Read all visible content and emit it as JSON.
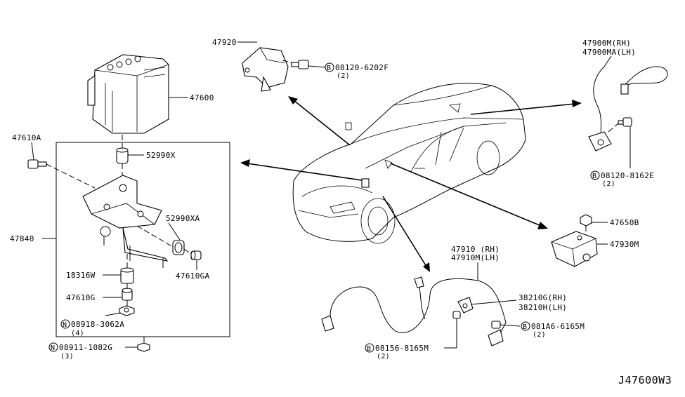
{
  "diagram_id": "J47600W3",
  "labels": {
    "abs_actuator": "47600",
    "bolt_47610a": "47610A",
    "grommet_52990x": "52990X",
    "grommet_52990xa": "52990XA",
    "bracket_47840": "47840",
    "bush_18316w": "18316W",
    "collar_47610g": "47610G",
    "collar_47610ga": "47610GA",
    "nut_n08918": "08918-3062A",
    "nut_n08918_qty": "(4)",
    "nut_n08911": "08911-1082G",
    "nut_n08911_qty": "(3)",
    "sensor_47920": "47920",
    "bolt_b08120_6202f": "08120-6202F",
    "bolt_b08120_6202f_qty": "(2)",
    "sensor_rear_rh": "47900M(RH)",
    "sensor_rear_lh": "47900MA(LH)",
    "bolt_b08120_8162e": "08120-8162E",
    "bolt_b08120_8162e_qty": "(2)",
    "nut_47650b": "47650B",
    "sensor_47930m": "47930M",
    "sensor_front_rh": "47910 (RH)",
    "sensor_front_lh": "47910M(LH)",
    "bracket_rh": "38210G(RH)",
    "bracket_lh": "38210H(LH)",
    "bolt_b081a6": "081A6-6165M",
    "bolt_b081a6_qty": "(2)",
    "bolt_b08156": "08156-8165M",
    "bolt_b08156_qty": "(2)"
  },
  "prefixes": {
    "b": "B",
    "n": "N"
  }
}
